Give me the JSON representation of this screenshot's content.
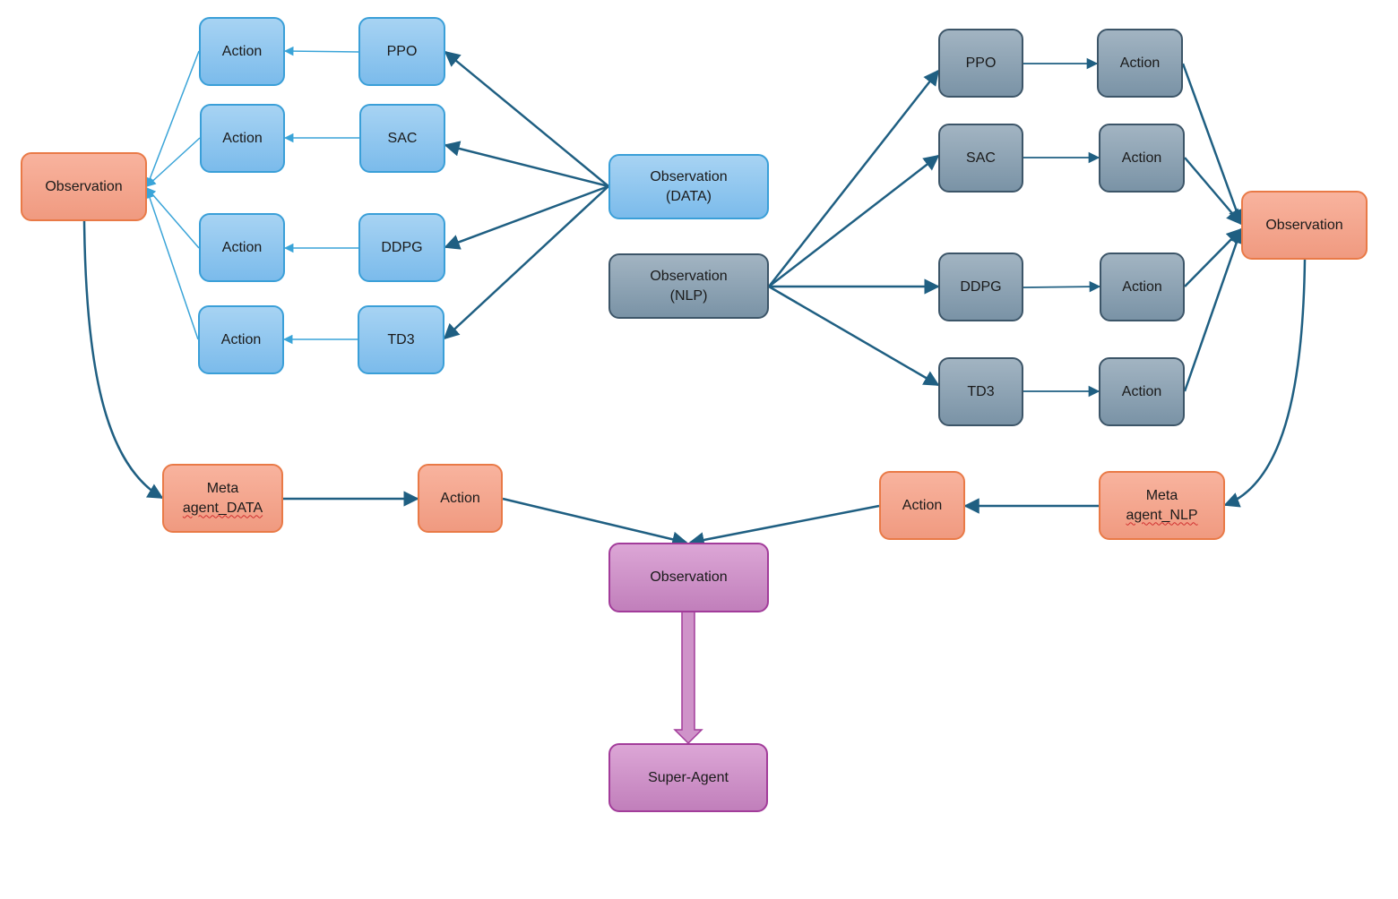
{
  "colors": {
    "blue_fill": "#8fc7ef",
    "blue_border": "#3a9fd8",
    "gray_fill": "#8ea4b5",
    "gray_border": "#3c5568",
    "orange_fill": "#f4a68d",
    "orange_border": "#e97a47",
    "purple_fill": "#cf93c9",
    "purple_border": "#a23c9a",
    "arrow_dark": "#1f5f82",
    "arrow_light": "#3aa4d8"
  },
  "left": {
    "observation": "Observation",
    "algorithms": [
      "PPO",
      "SAC",
      "DDPG",
      "TD3"
    ],
    "actions": [
      "Action",
      "Action",
      "Action",
      "Action"
    ],
    "meta_agent": {
      "line1": "Meta",
      "line2": "agent_DATA"
    },
    "meta_action": "Action"
  },
  "center": {
    "obs_data": {
      "line1": "Observation",
      "line2": "(DATA)"
    },
    "obs_nlp": {
      "line1": "Observation",
      "line2": "(NLP)"
    },
    "observation": "Observation",
    "super_agent": "Super-Agent"
  },
  "right": {
    "observation": "Observation",
    "algorithms": [
      "PPO",
      "SAC",
      "DDPG",
      "TD3"
    ],
    "actions": [
      "Action",
      "Action",
      "Action",
      "Action"
    ],
    "meta_agent": {
      "line1": "Meta",
      "line2": "agent_NLP"
    },
    "meta_action": "Action"
  }
}
